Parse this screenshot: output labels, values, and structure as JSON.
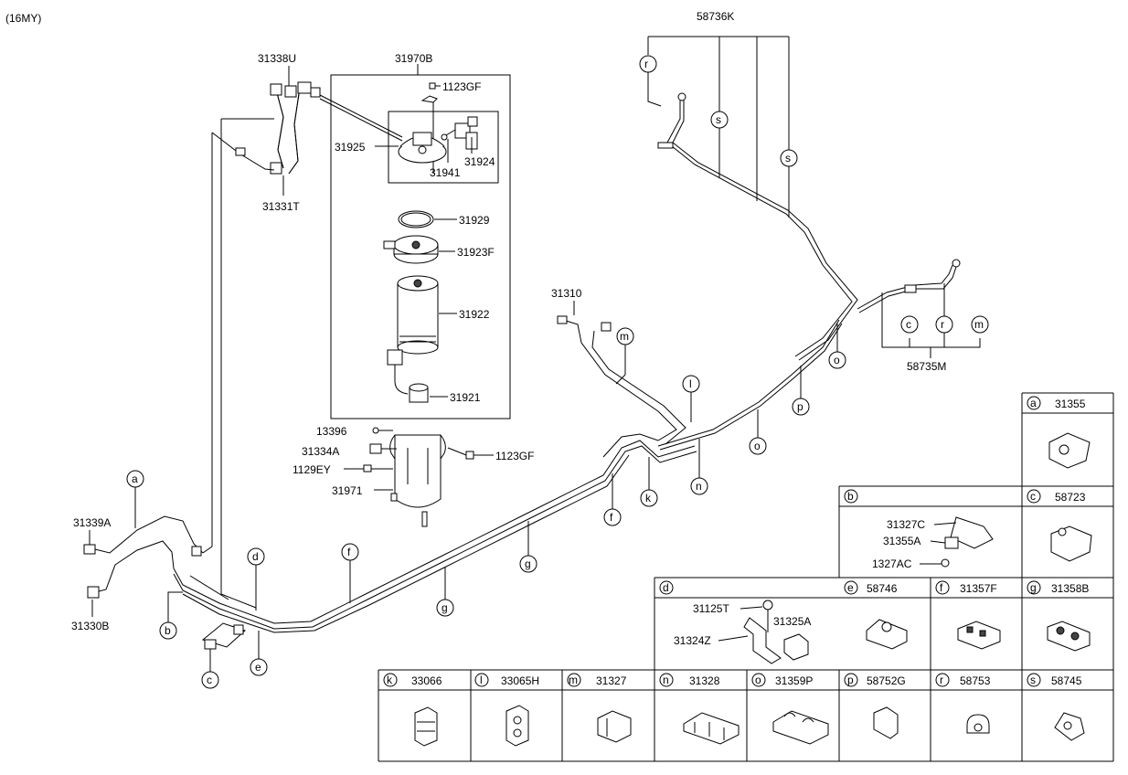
{
  "model_year": "(16MY)",
  "module_parts": {
    "p31970B": "31970B",
    "p1123GF_a": "1123GF",
    "p31925": "31925",
    "p31924": "31924",
    "p31941": "31941",
    "p31929": "31929",
    "p31923F": "31923F",
    "p31922": "31922",
    "p31921": "31921",
    "p13396": "13396",
    "p31334A": "31334A",
    "p1123GF_b": "1123GF",
    "p1129EY": "1129EY",
    "p31971": "31971"
  },
  "line_parts": {
    "p31338U": "31338U",
    "p31331T": "31331T",
    "p58736K": "58736K",
    "p31310": "31310",
    "p58735M": "58735M",
    "p31339A": "31339A",
    "p31330B": "31330B"
  },
  "clip_letters": {
    "r1": "r",
    "s1": "s",
    "s2": "s",
    "m1": "m",
    "l1": "l",
    "o1": "o",
    "o2": "o",
    "p1": "p",
    "n1": "n",
    "k1": "k",
    "f1": "f",
    "f2": "f",
    "g1": "g",
    "g2": "g",
    "a1": "a",
    "b1": "b",
    "c1": "c",
    "d1": "d",
    "e1": "e",
    "c2": "c",
    "r2": "r",
    "m2": "m"
  },
  "detail_cells": [
    {
      "letter": "a",
      "part": "31355"
    },
    {
      "letter": "b",
      "part": ""
    },
    {
      "letter": "c",
      "part": "58723"
    },
    {
      "letter": "d",
      "part": ""
    },
    {
      "letter": "e",
      "part": "58746"
    },
    {
      "letter": "f",
      "part": "31357F"
    },
    {
      "letter": "g",
      "part": "31358B"
    },
    {
      "letter": "k",
      "part": "33066"
    },
    {
      "letter": "l",
      "part": "33065H"
    },
    {
      "letter": "m",
      "part": "31327"
    },
    {
      "letter": "n",
      "part": "31328"
    },
    {
      "letter": "o",
      "part": "31359P"
    },
    {
      "letter": "p",
      "part": "58752G"
    },
    {
      "letter": "r",
      "part": "58753"
    },
    {
      "letter": "s",
      "part": "58745"
    }
  ],
  "detail_b_parts": {
    "p31327C": "31327C",
    "p31355A": "31355A",
    "p1327AC": "1327AC"
  },
  "detail_d_parts": {
    "p31125T": "31125T",
    "p31325A": "31325A",
    "p31324Z": "31324Z"
  }
}
